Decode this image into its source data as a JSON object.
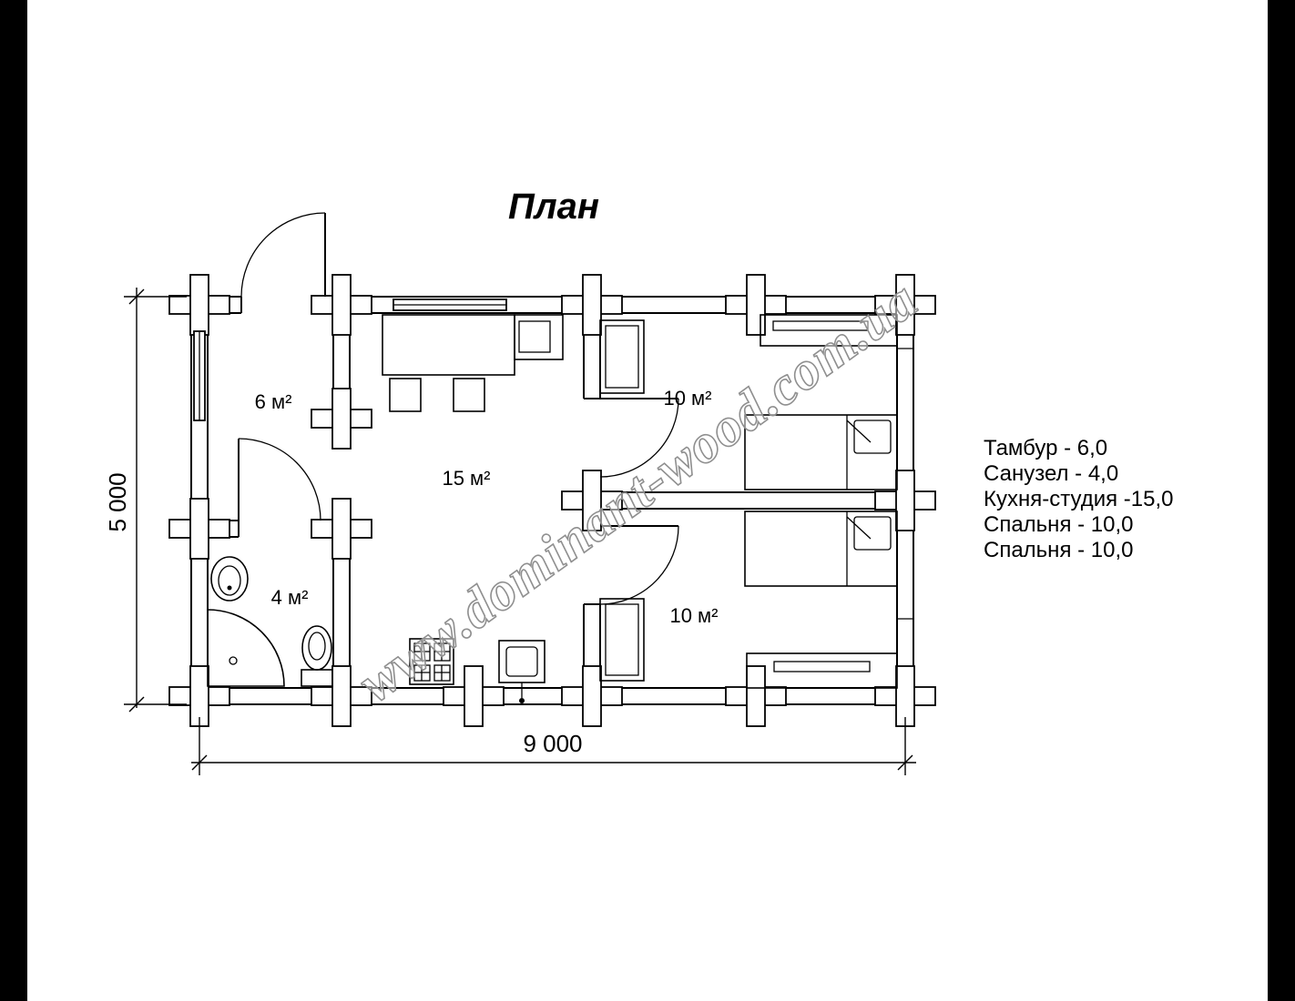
{
  "title": "План",
  "watermark": {
    "text": "www.dominant-wood.com.ua"
  },
  "dimensions": {
    "horizontal": "9 000",
    "vertical": "5 000"
  },
  "rooms": [
    {
      "name": "tambour",
      "label": "6 м²"
    },
    {
      "name": "kitchen-studio",
      "label": "15 м²"
    },
    {
      "name": "bathroom",
      "label": "4 м²"
    },
    {
      "name": "bedroom-1",
      "label": "10 м²"
    },
    {
      "name": "bedroom-2",
      "label": "10 м²"
    }
  ],
  "legend": {
    "items": [
      "Тамбур - 6,0",
      "Санузел - 4,0",
      "Кухня-студия -15,0",
      "Спальня - 10,0",
      "Спальня - 10,0"
    ]
  },
  "colors": {
    "background": "#ffffff",
    "line": "#000000",
    "watermark": "#8f8f8f",
    "side_bars": "#000000"
  }
}
